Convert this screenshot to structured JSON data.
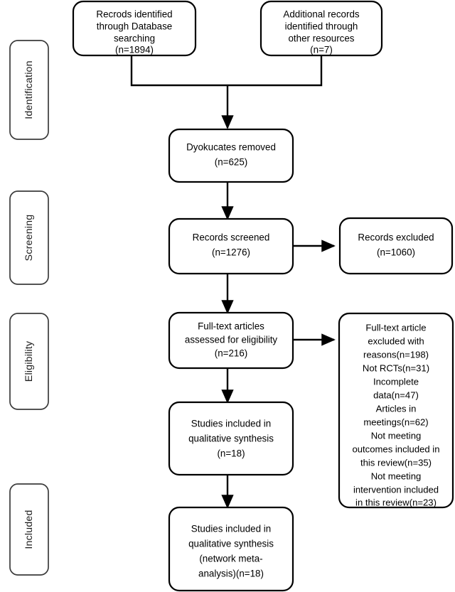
{
  "diagram": {
    "type": "prisma-flow-diagram",
    "title": "PRISMA study selection flow diagram",
    "colors": {
      "box_stroke": "#000000",
      "stage_stroke": "#3b3b3b",
      "background": "#ffffff",
      "text": "#000000",
      "connector": "#000000"
    },
    "stages": [
      {
        "id": "identification",
        "label": "Identification"
      },
      {
        "id": "screening",
        "label": "Screening"
      },
      {
        "id": "eligibility",
        "label": "Eligibility"
      },
      {
        "id": "included",
        "label": "Included"
      }
    ],
    "nodes": [
      {
        "id": "database-records",
        "lines": [
          "Recrods identified",
          "through Database",
          "searching",
          "(n=1894)"
        ],
        "count": 1894
      },
      {
        "id": "additional-records",
        "lines": [
          "Additional records",
          "identified through",
          "other resources",
          "(n=7)"
        ],
        "count": 7
      },
      {
        "id": "duplicates-removed",
        "lines": [
          "Dyokucates removed",
          "(n=625)"
        ],
        "count": 625
      },
      {
        "id": "records-screened",
        "lines": [
          "Records screened",
          "(n=1276)"
        ],
        "count": 1276
      },
      {
        "id": "records-excluded",
        "lines": [
          "Records excluded",
          "(n=1060)"
        ],
        "count": 1060
      },
      {
        "id": "fulltext-assessed",
        "lines": [
          "Full-text articles",
          "assessed for eligibility",
          "(n=216)"
        ],
        "count": 216
      },
      {
        "id": "fulltext-excluded",
        "lines": [
          "Full-text article",
          "excluded with",
          "reasons(n=198)",
          "Not RCTs(n=31)",
          "Incomplete",
          "data(n=47)",
          "Articles in",
          "meetings(n=62)",
          "Not meeting",
          "outcomes included in",
          "this review(n=35)",
          "Not meeting",
          "intervention included",
          "in this review(n=23)"
        ],
        "count": 198,
        "reasons": [
          {
            "label": "Not RCTs",
            "count": 31
          },
          {
            "label": "Incomplete data",
            "count": 47
          },
          {
            "label": "Articles in meetings",
            "count": 62
          },
          {
            "label": "Not meeting outcomes included in this review",
            "count": 35
          },
          {
            "label": "Not meeting intervention included in this review",
            "count": 23
          }
        ]
      },
      {
        "id": "qualitative-synthesis",
        "lines": [
          "Studies included in",
          "qualitative synthesis",
          "(n=18)"
        ],
        "count": 18
      },
      {
        "id": "network-meta-analysis",
        "lines": [
          "Studies included in",
          "qualitative synthesis",
          "(network meta-",
          "analysis)(n=18)"
        ],
        "count": 18
      }
    ]
  }
}
